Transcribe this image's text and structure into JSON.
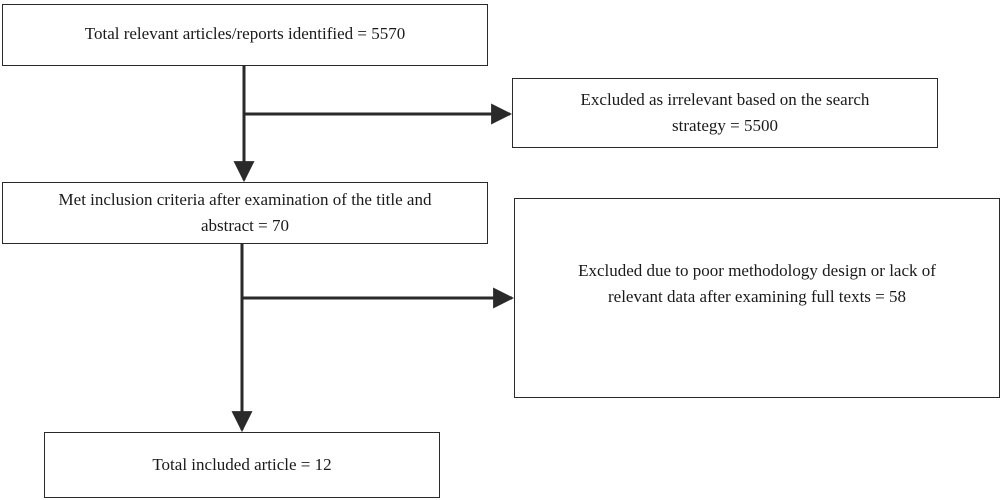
{
  "boxes": {
    "identified": "Total relevant articles/reports identified = 5570",
    "excluded_irrelevant": "Excluded as irrelevant based on the search strategy = 5500",
    "met_inclusion": "Met inclusion criteria after examination of the title and abstract = 70",
    "excluded_methodology": "Excluded due to poor methodology design or lack of relevant data after examining full texts = 58",
    "included": "Total included article = 12"
  }
}
